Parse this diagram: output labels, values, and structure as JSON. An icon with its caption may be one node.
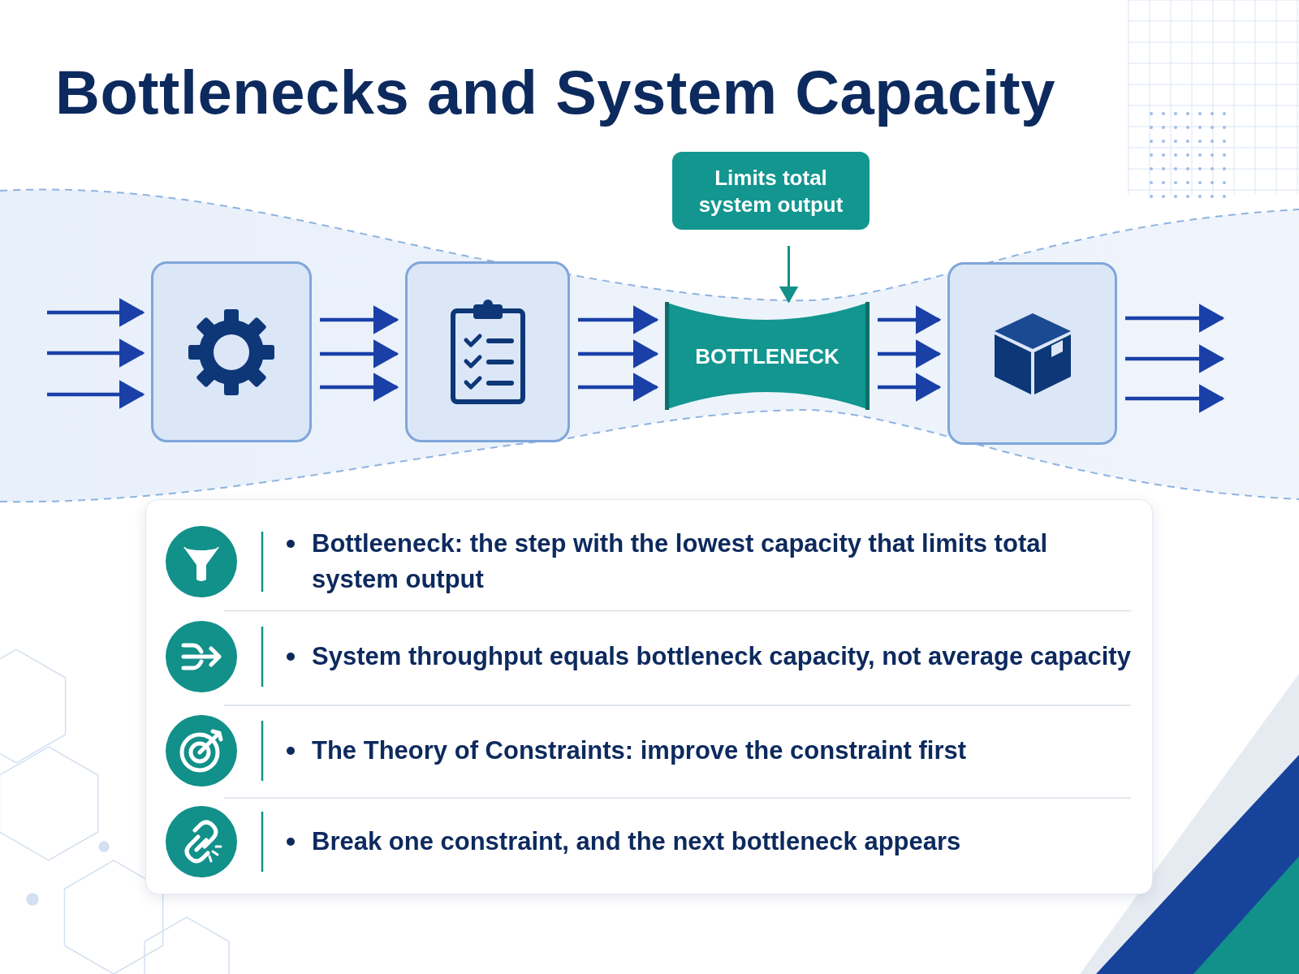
{
  "diagram": {
    "title": "Bottlenecks and System Capacity",
    "nodes": [
      {
        "text": [],
        "shape": "box"
      },
      {
        "text": [],
        "shape": "box"
      },
      {
        "text": [
          "BOTTLENECK"
        ]
      },
      {
        "text": [],
        "shape": "box"
      },
      {
        "text": [
          "Limits total system output"
        ]
      }
    ],
    "edges": [
      {
        "from": null,
        "to": 0,
        "arrow": "to"
      },
      {
        "from": null,
        "to": 0,
        "arrow": "to"
      },
      {
        "from": null,
        "to": 0,
        "arrow": "to"
      },
      {
        "from": 0,
        "to": 1,
        "arrow": "to"
      },
      {
        "from": 0,
        "to": 1,
        "arrow": "to"
      },
      {
        "from": 0,
        "to": 1,
        "arrow": "to"
      },
      {
        "from": 1,
        "to": 2,
        "arrow": "to"
      },
      {
        "from": 1,
        "to": 2,
        "arrow": "to"
      },
      {
        "from": 1,
        "to": 2,
        "arrow": "to"
      },
      {
        "from": 2,
        "to": 3,
        "arrow": "to"
      },
      {
        "from": 2,
        "to": 3,
        "arrow": "to"
      },
      {
        "from": 2,
        "to": 3,
        "arrow": "to"
      },
      {
        "from": 3,
        "to": null,
        "arrow": "to"
      },
      {
        "from": 3,
        "to": null,
        "arrow": "to"
      },
      {
        "from": 3,
        "to": null,
        "arrow": "to"
      },
      {
        "from": 4,
        "to": 2,
        "arrow": "to",
        "color": "#12908a"
      }
    ],
    "labels": [
      "Bottleeneck: the step with the lowest capacity that limits total system output",
      "System throughput equals bottleneck capacity, not average capacity",
      "The Theory of Constraints: improve the constraint first",
      "Break one constraint, and the next bottleneck appears"
    ]
  }
}
